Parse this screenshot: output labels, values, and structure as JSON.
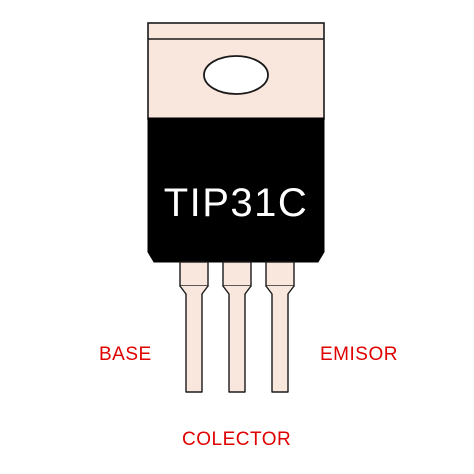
{
  "component": {
    "part_number": "TIP31C",
    "body_color": "#000000",
    "tab_color": "#f9e6dd",
    "text_color": "#ffffff"
  },
  "pins": [
    {
      "key": "base",
      "label": "BASE"
    },
    {
      "key": "collector",
      "label": "COLECTOR"
    },
    {
      "key": "emitter",
      "label": "EMISOR"
    }
  ],
  "colors": {
    "pin_label": "#e00000",
    "outline": "#1a1a1a",
    "background": "#ffffff"
  }
}
